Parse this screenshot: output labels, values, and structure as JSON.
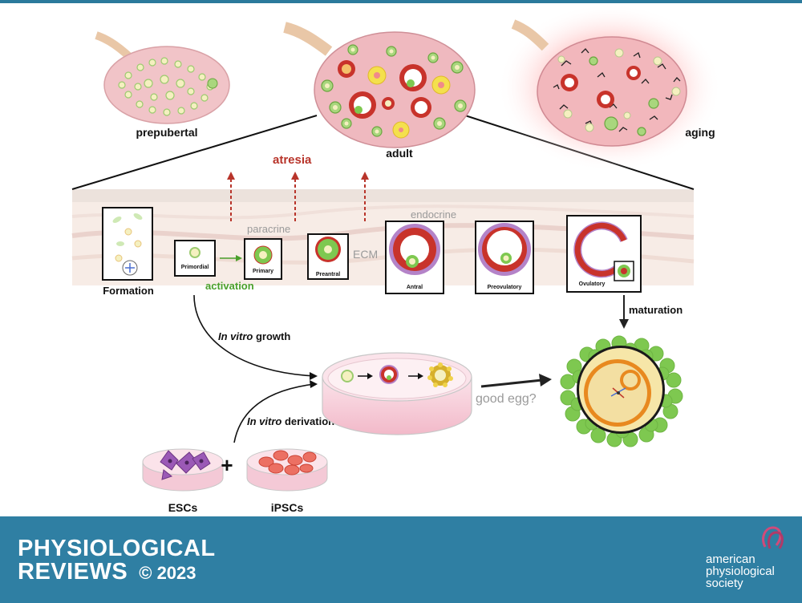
{
  "ovaries": {
    "prepubertal": "prepubertal",
    "adult": "adult",
    "aging": "aging"
  },
  "labels": {
    "atresia": "atresia",
    "paracrine": "paracrine",
    "endocrine": "endocrine",
    "ecm": "ECM",
    "activation": "activation",
    "maturation": "maturation",
    "good_egg": "good egg?",
    "in_vitro_growth_italic": "In vitro",
    "in_vitro_growth_rest": " growth",
    "in_vitro_derivation_italic": "In vitro",
    "in_vitro_derivation_rest": " derivation",
    "plus": "+"
  },
  "stages": {
    "formation": "Formation",
    "primordial": "Primordial",
    "primary": "Primary",
    "preantral": "Preantral",
    "antral": "Antral",
    "preovulatory": "Preovulatory",
    "ovulatory": "Ovulatory"
  },
  "cells": {
    "escs": "ESCs",
    "ipscs": "iPSCs"
  },
  "footer": {
    "journal_line1": "PHYSIOLOGICAL",
    "journal_line2": "REVIEWS",
    "copyright": "© 2023",
    "society_line1": "american",
    "society_line2": "physiological",
    "society_line3": "society"
  },
  "colors": {
    "atresia": "#c0392b",
    "activation": "#4aa02c",
    "footer": "#2f7fa3",
    "granulosa_green": "#7ec850",
    "theca_red": "#c8332b",
    "oocyte_yellow": "#f3e9a8"
  }
}
